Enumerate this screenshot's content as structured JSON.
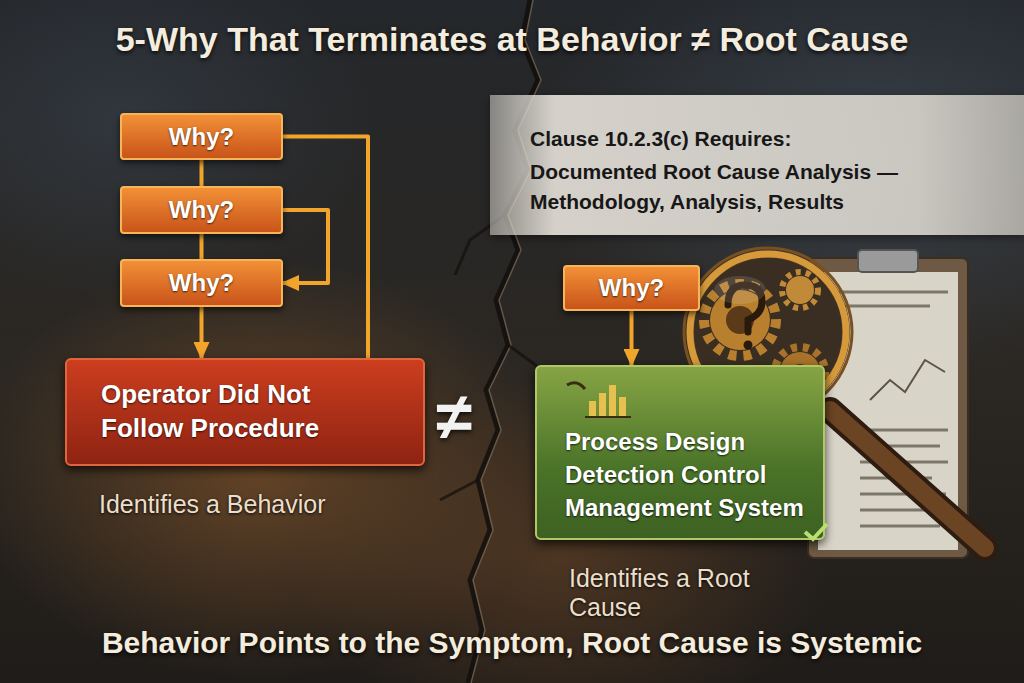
{
  "diagram": {
    "title": "5-Why That Terminates at Behavior ≠ Root Cause",
    "caption": "Behavior Points to the Symptom, Root Cause is Systemic",
    "nodes": [
      {
        "text": [
          "Why?"
        ]
      },
      {
        "text": [
          "Why?"
        ]
      },
      {
        "text": [
          "Why?"
        ]
      },
      {
        "text": [
          "Operator Did Not Follow Procedure",
          "Identifies a Behavior"
        ]
      },
      {
        "text": [
          "Clause 10.2.3(c) Requires:",
          "Documented Root Cause Analysis — Methodology, Analysis, Results"
        ]
      },
      {
        "text": [
          "Why?"
        ]
      },
      {
        "text": [
          "Process Design",
          "Detection Control",
          "Management System",
          "Identifies a Root Cause"
        ]
      }
    ],
    "edges": [
      {
        "from": 0,
        "to": 1,
        "arrow": "none"
      },
      {
        "from": 1,
        "to": 2,
        "arrow": "none"
      },
      {
        "from": 2,
        "to": 3,
        "arrow": "to"
      },
      {
        "from": 0,
        "to": 3,
        "arrow": "none"
      },
      {
        "from": 1,
        "to": 2,
        "arrow": "to"
      },
      {
        "from": 5,
        "to": 6,
        "arrow": "to"
      }
    ],
    "labels": [
      "≠"
    ]
  }
}
